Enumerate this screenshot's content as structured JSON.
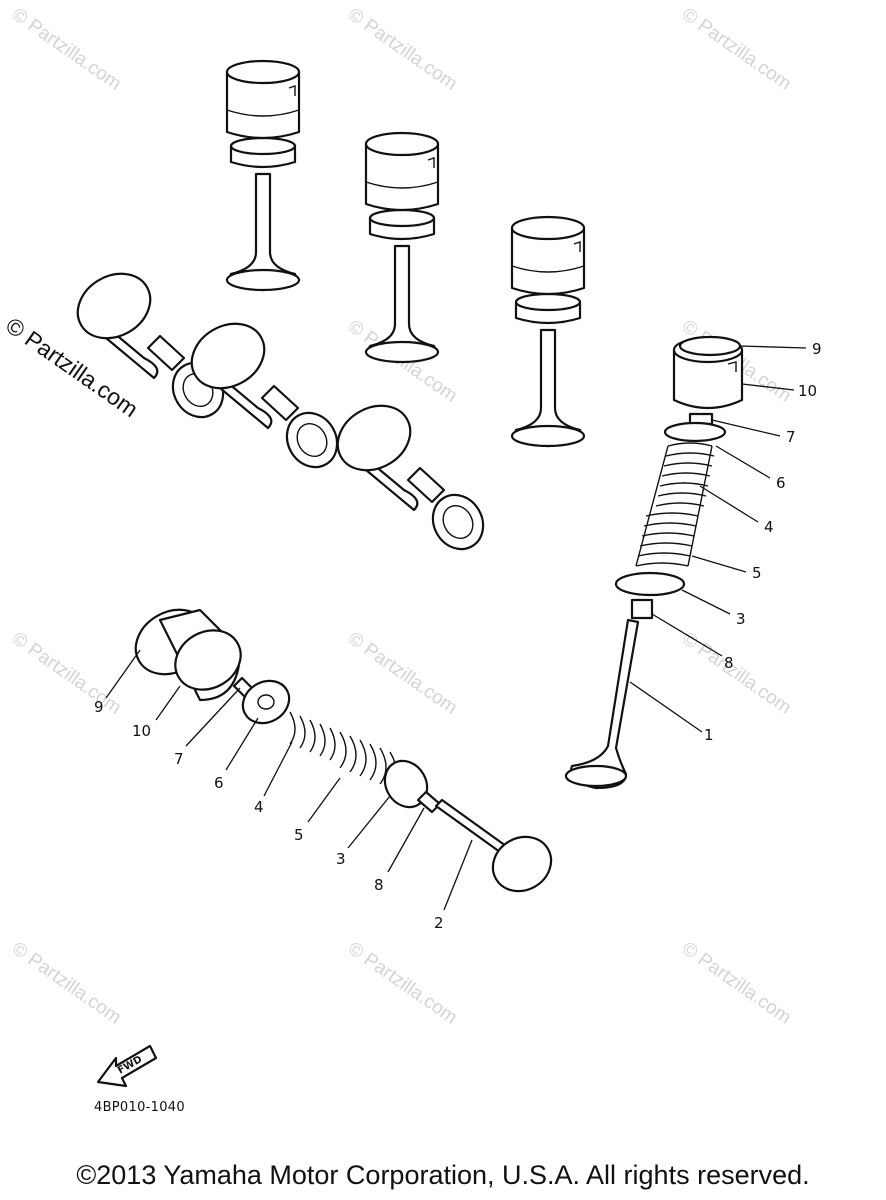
{
  "watermark": "© Partzilla.com",
  "callouts": {
    "one": "1",
    "two": "2",
    "three": "3",
    "four": "4",
    "five": "5",
    "six": "6",
    "seven": "7",
    "eight": "8",
    "nine": "9",
    "ten": "10"
  },
  "fwd_label": "FWD",
  "part_code": "4BP010-1040",
  "copyright": "©2013 Yamaha Motor Corporation, U.S.A. All rights reserved."
}
